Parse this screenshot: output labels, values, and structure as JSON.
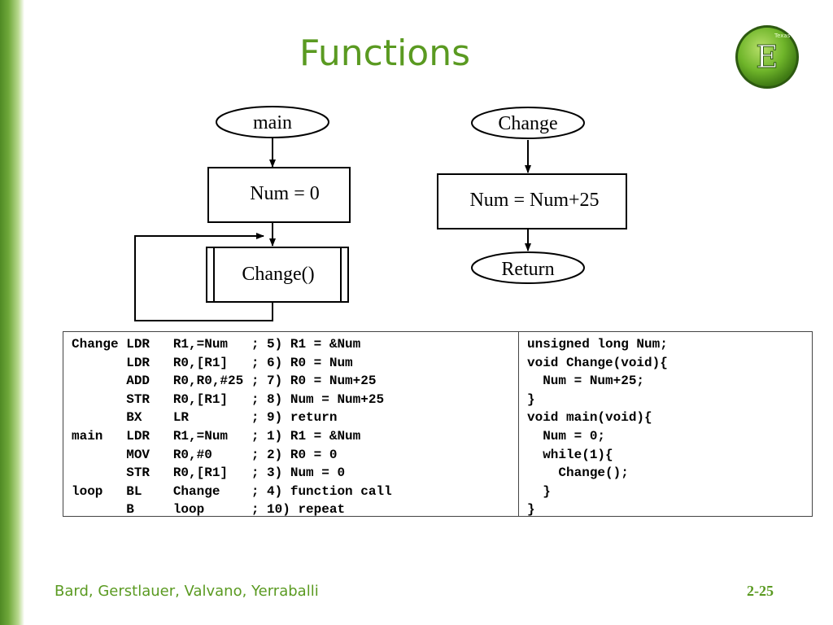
{
  "slide": {
    "title": "Functions",
    "footer_authors": "Bard, Gerstlauer, Valvano, Yerraballi",
    "page_number": "2-25"
  },
  "colors": {
    "accent_green": "#5a9a21",
    "sidebar_green": "#4f8a24"
  },
  "logo": {
    "letter": "E",
    "caption": "Texas"
  },
  "flowchart": {
    "main_node": "main",
    "num_init": "Num = 0",
    "change_call": "Change()",
    "change_node": "Change",
    "num_update": "Num = Num+25",
    "return_node": "Return"
  },
  "assembly_lines": [
    "Change LDR   R1,=Num   ; 5) R1 = &Num",
    "       LDR   R0,[R1]   ; 6) R0 = Num",
    "       ADD   R0,R0,#25 ; 7) R0 = Num+25",
    "       STR   R0,[R1]   ; 8) Num = Num+25",
    "       BX    LR        ; 9) return",
    "main   LDR   R1,=Num   ; 1) R1 = &Num",
    "       MOV   R0,#0     ; 2) R0 = 0",
    "       STR   R0,[R1]   ; 3) Num = 0",
    "loop   BL    Change    ; 4) function call",
    "       B     loop      ; 10) repeat"
  ],
  "c_lines": [
    "unsigned long Num;",
    "void Change(void){",
    "  Num = Num+25;",
    "}",
    "void main(void){",
    "  Num = 0;",
    "  while(1){",
    "    Change();",
    "  }",
    "}"
  ]
}
